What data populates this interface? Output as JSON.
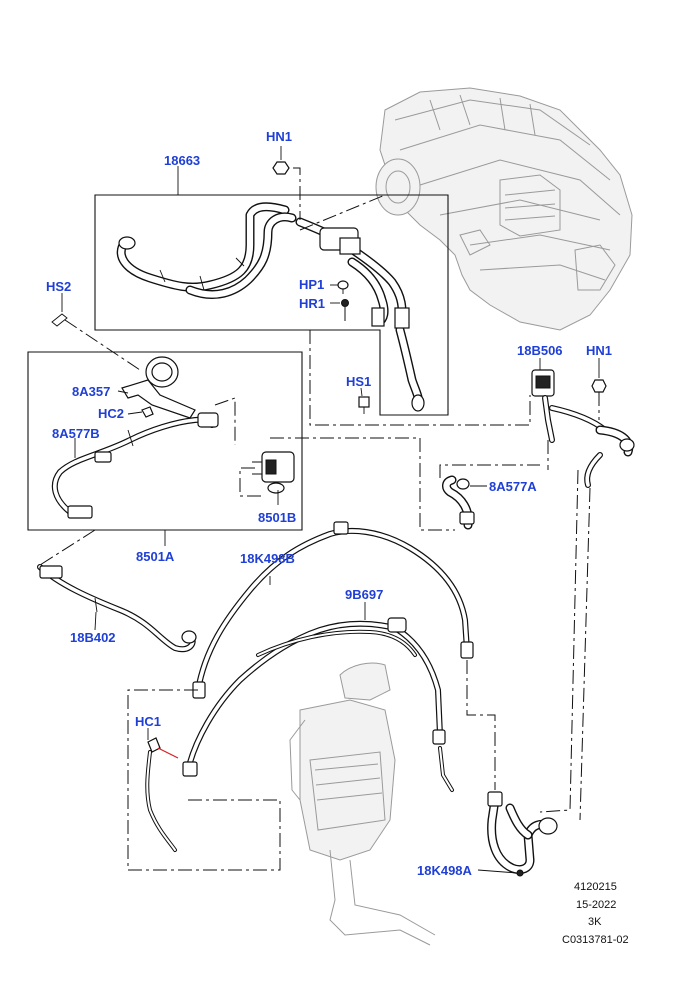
{
  "labels": {
    "l18663": "18663",
    "hn1_top": "HN1",
    "hs2": "HS2",
    "hp1": "HP1",
    "hr1": "HR1",
    "hs1": "HS1",
    "l8a357": "8A357",
    "hc2": "HC2",
    "l8a577b": "8A577B",
    "l8501b": "8501B",
    "l8501a": "8501A",
    "l18b506": "18B506",
    "hn1_right": "HN1",
    "l8a577a": "8A577A",
    "l18k498b": "18K498B",
    "l9b697": "9B697",
    "l18b402": "18B402",
    "hc1": "HC1",
    "l18k498a": "18K498A"
  },
  "meta": {
    "code": "4120215",
    "date": "15-2022",
    "rev": "3K",
    "ref": "C0313781-02"
  },
  "colors": {
    "callout": "#1f3fd6",
    "line": "#111111",
    "ghost": "#9a9a9a",
    "highlight": "#d62020"
  }
}
